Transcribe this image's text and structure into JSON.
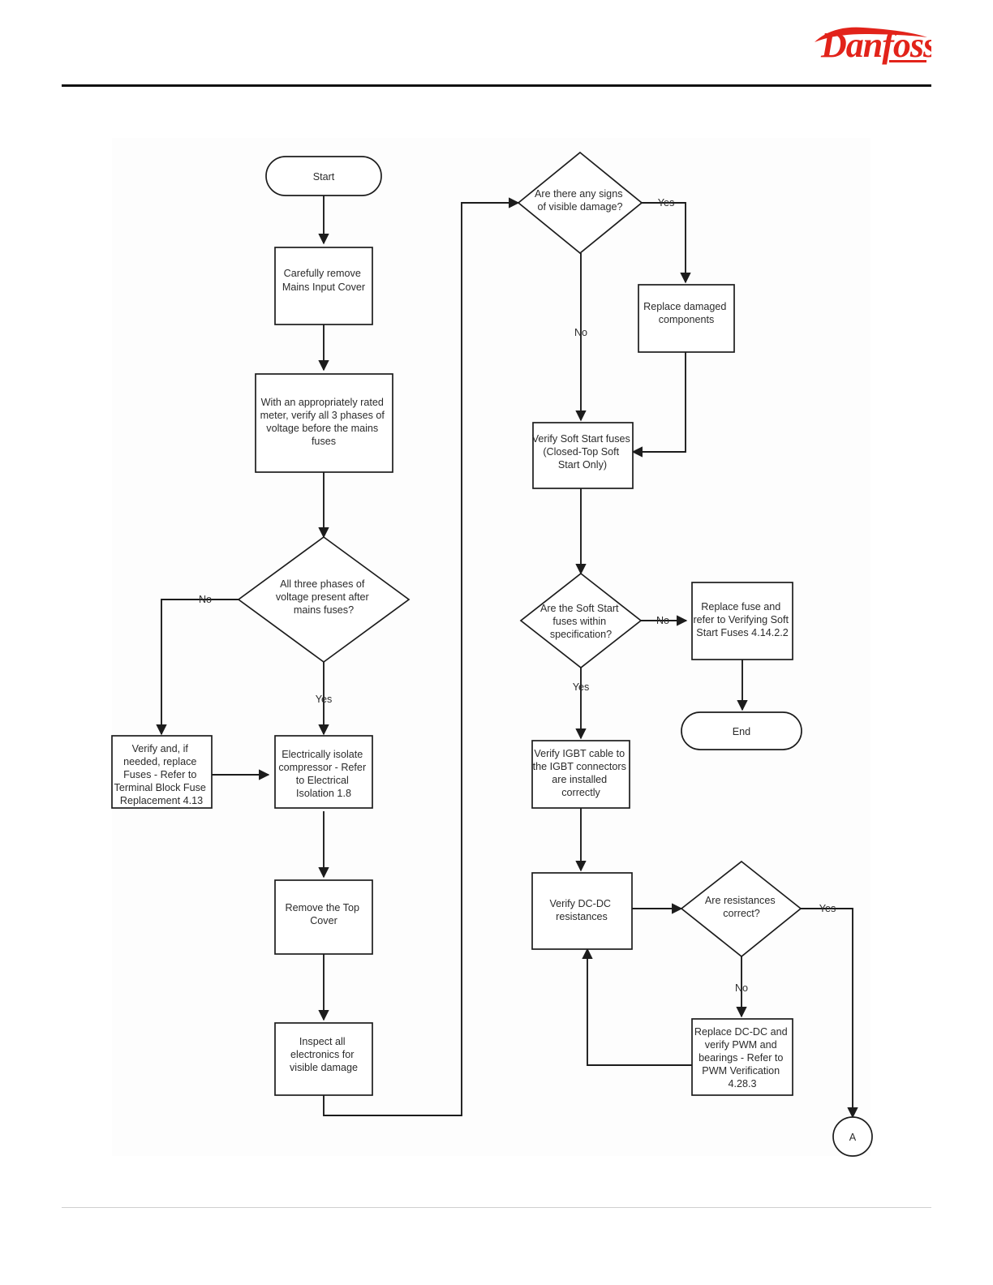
{
  "document": {
    "brand": "Danfoss",
    "brand_color": "#E2231A",
    "header_rule": true,
    "footer_rule": true
  },
  "diagram": {
    "type": "flowchart",
    "title": "Mains input / soft start / DC-DC troubleshooting flowchart",
    "nodes": [
      {
        "id": "start",
        "shape": "terminator",
        "text": "Start"
      },
      {
        "id": "remove-cover",
        "shape": "process",
        "text": "Carefully remove\nMains Input Cover"
      },
      {
        "id": "verify-3ph",
        "shape": "process",
        "text": "With an appropriately rated\nmeter, verify all 3 phases of\nvoltage before the mains\nfuses"
      },
      {
        "id": "phases-q",
        "shape": "decision",
        "text": "All three phases of\nvoltage present after\nmains fuses?"
      },
      {
        "id": "verify-fuses",
        "shape": "process",
        "text": "Verify and, if\nneeded, replace\nFuses - Refer to\nTerminal Block Fuse\nReplacement 4.13"
      },
      {
        "id": "isolate",
        "shape": "process",
        "text": "Electrically isolate\ncompressor - Refer\nto Electrical\nIsolation 1.8"
      },
      {
        "id": "top-cover",
        "shape": "process",
        "text": "Remove the Top\nCover"
      },
      {
        "id": "inspect",
        "shape": "process",
        "text": "Inspect all\nelectronics for\nvisible damage"
      },
      {
        "id": "damage-q",
        "shape": "decision",
        "text": "Are there any signs\nof visible damage?"
      },
      {
        "id": "replace-dmg",
        "shape": "process",
        "text": "Replace damaged\ncomponents"
      },
      {
        "id": "soft-fuses",
        "shape": "process",
        "text": "Verify Soft Start fuses\n(Closed-Top Soft\nStart Only)"
      },
      {
        "id": "soft-spec-q",
        "shape": "decision",
        "text": "Are the Soft Start\nfuses within\nspecification?"
      },
      {
        "id": "replace-fuse",
        "shape": "process",
        "text": "Replace fuse and\nrefer to Verifying Soft\nStart Fuses 4.14.2.2"
      },
      {
        "id": "end",
        "shape": "terminator",
        "text": "End"
      },
      {
        "id": "igbt",
        "shape": "process",
        "text": "Verify IGBT cable to\nthe IGBT connectors\nare installed\ncorrectly"
      },
      {
        "id": "dcdc",
        "shape": "process",
        "text": "Verify DC-DC\nresistances"
      },
      {
        "id": "res-q",
        "shape": "decision",
        "text": "Are resistances\ncorrect?"
      },
      {
        "id": "replace-dcdc",
        "shape": "process",
        "text": "Replace DC-DC and\nverify PWM and\nbearings - Refer to\nPWM Verification\n4.28.3"
      },
      {
        "id": "conn-a",
        "shape": "connector",
        "text": "A"
      }
    ],
    "edge_labels": {
      "phases_no": "No",
      "phases_yes": "Yes",
      "damage_yes": "Yes",
      "damage_no": "No",
      "soft_spec_no": "No",
      "soft_spec_yes": "Yes",
      "res_yes": "Yes",
      "res_no": "No"
    },
    "edges": [
      {
        "from": "start",
        "to": "remove-cover",
        "label": ""
      },
      {
        "from": "remove-cover",
        "to": "verify-3ph",
        "label": ""
      },
      {
        "from": "verify-3ph",
        "to": "phases-q",
        "label": ""
      },
      {
        "from": "phases-q",
        "to": "verify-fuses",
        "label": "No"
      },
      {
        "from": "phases-q",
        "to": "isolate",
        "label": "Yes"
      },
      {
        "from": "verify-fuses",
        "to": "isolate",
        "label": ""
      },
      {
        "from": "isolate",
        "to": "top-cover",
        "label": ""
      },
      {
        "from": "top-cover",
        "to": "inspect",
        "label": ""
      },
      {
        "from": "inspect",
        "to": "damage-q",
        "label": ""
      },
      {
        "from": "damage-q",
        "to": "replace-dmg",
        "label": "Yes"
      },
      {
        "from": "damage-q",
        "to": "soft-fuses",
        "label": "No"
      },
      {
        "from": "replace-dmg",
        "to": "soft-fuses",
        "label": ""
      },
      {
        "from": "soft-fuses",
        "to": "soft-spec-q",
        "label": ""
      },
      {
        "from": "soft-spec-q",
        "to": "replace-fuse",
        "label": "No"
      },
      {
        "from": "soft-spec-q",
        "to": "igbt",
        "label": "Yes"
      },
      {
        "from": "replace-fuse",
        "to": "end",
        "label": ""
      },
      {
        "from": "igbt",
        "to": "dcdc",
        "label": ""
      },
      {
        "from": "dcdc",
        "to": "res-q",
        "label": ""
      },
      {
        "from": "res-q",
        "to": "conn-a",
        "label": "Yes"
      },
      {
        "from": "res-q",
        "to": "replace-dcdc",
        "label": "No"
      },
      {
        "from": "replace-dcdc",
        "to": "dcdc",
        "label": ""
      }
    ]
  }
}
